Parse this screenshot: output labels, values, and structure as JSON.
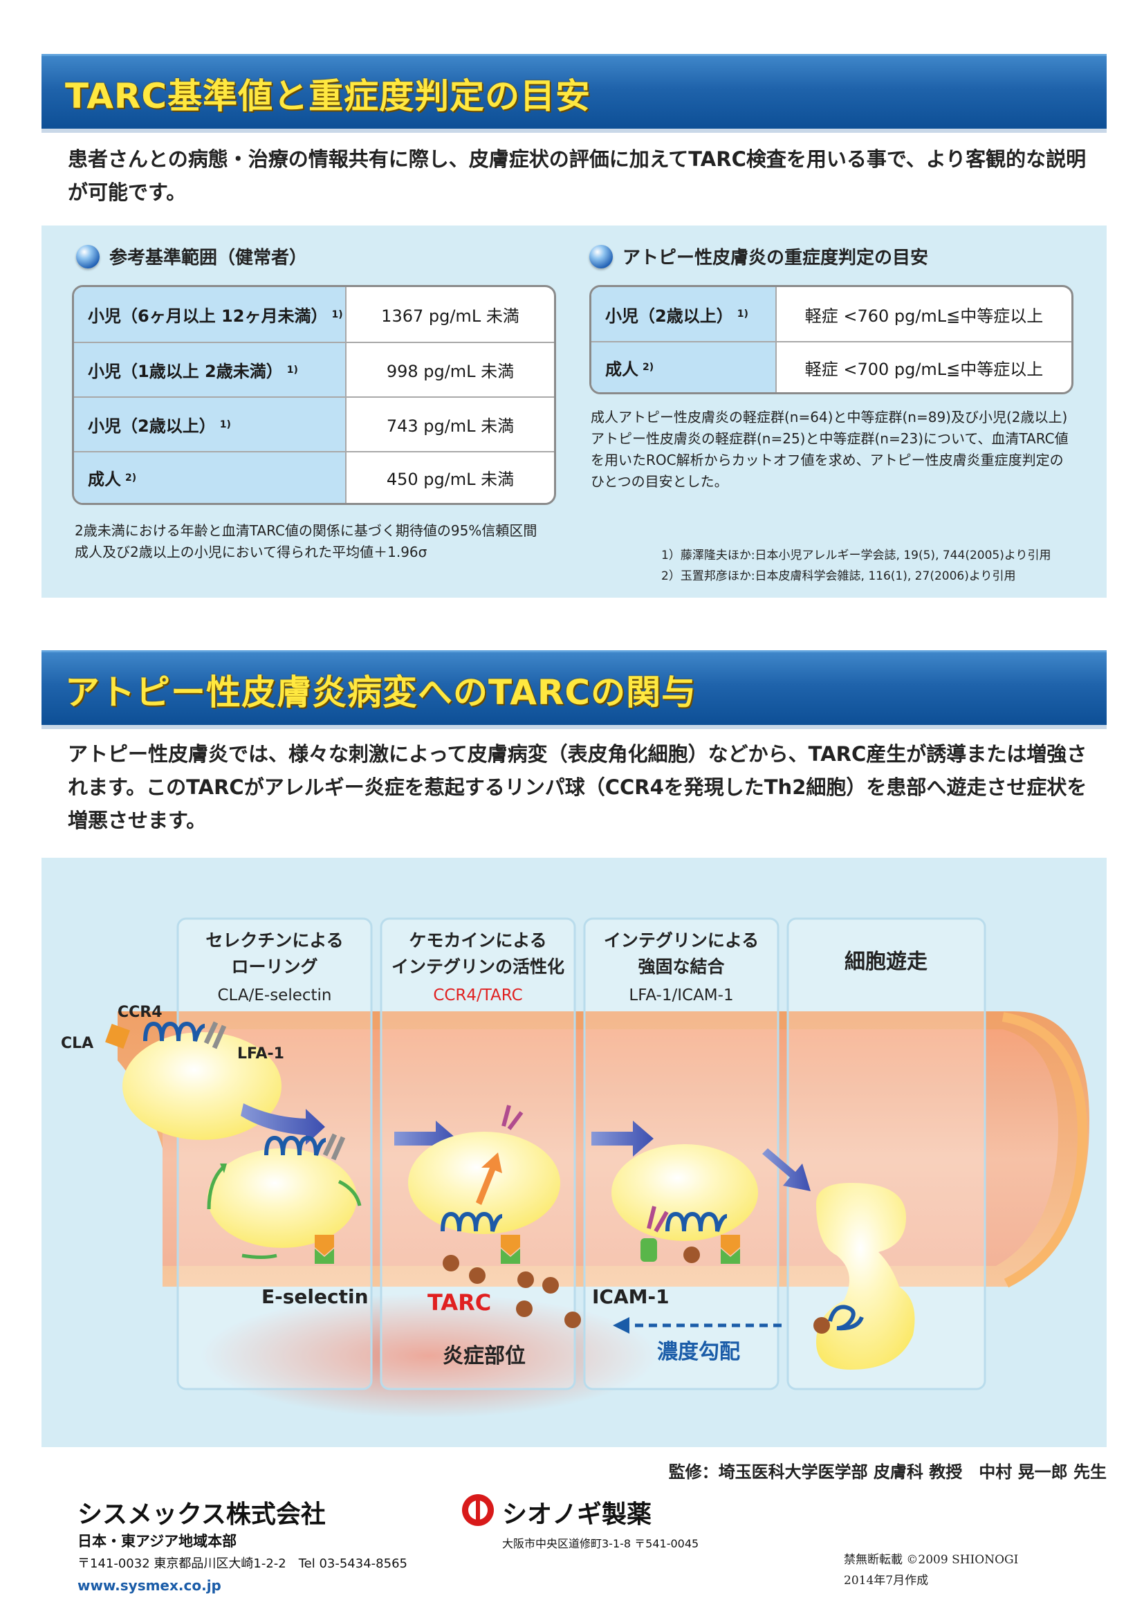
{
  "section1": {
    "title": "TARC基準値と重症度判定の目安",
    "lead": "患者さんとの病態・治療の情報共有に際し、皮膚症状の評価に加えてTARC検査を用いる事で、より客観的な説明が可能です。",
    "reference": {
      "heading": "参考基準範囲（健常者）",
      "rows": [
        {
          "label": "小児（6ヶ月以上 12ヶ月未満）",
          "sup": "1)",
          "value": "1367 pg/mL 未満"
        },
        {
          "label": "小児（1歳以上 2歳未満）",
          "sup": "1)",
          "value": "998 pg/mL 未満"
        },
        {
          "label": "小児（2歳以上）",
          "sup": "1)",
          "value": "743 pg/mL 未満"
        },
        {
          "label": "成人",
          "sup": "2)",
          "value": "450 pg/mL 未満"
        }
      ],
      "notes": [
        "2歳未満における年齢と血清TARC値の関係に基づく期待値の95%信頼区間",
        "成人及び2歳以上の小児において得られた平均値＋1.96σ"
      ]
    },
    "severity": {
      "heading": "アトピー性皮膚炎の重症度判定の目安",
      "rows": [
        {
          "label": "小児（2歳以上）",
          "sup": "1)",
          "value": "軽症 <760 pg/mL≦中等症以上"
        },
        {
          "label": "成人",
          "sup": "2)",
          "value": "軽症 <700 pg/mL≦中等症以上"
        }
      ],
      "note": "成人アトピー性皮膚炎の軽症群(n=64)と中等症群(n=89)及び小児(2歳以上)アトピー性皮膚炎の軽症群(n=25)と中等症群(n=23)について、血清TARC値を用いたROC解析からカットオフ値を求め、アトピー性皮膚炎重症度判定のひとつの目安とした。"
    },
    "references": [
      "1）藤澤隆夫ほか:日本小児アレルギー学会誌, 19(5), 744(2005)より引用",
      "2）玉置邦彦ほか:日本皮膚科学会雑誌, 116(1), 27(2006)より引用"
    ]
  },
  "section2": {
    "title": "アトピー性皮膚炎病変へのTARCの関与",
    "lead": "アトピー性皮膚炎では、様々な刺激によって皮膚病変（表皮角化細胞）などから、TARC産生が誘導または増強されます。このTARCがアレルギー炎症を惹起するリンパ球（CCR4を発現したTh2細胞）を患部へ遊走させ症状を増悪させます。",
    "steps": [
      {
        "title": "セレクチンによるローリング",
        "sub": "CLA/E-selectin"
      },
      {
        "title": "ケモカインによるインテグリンの活性化",
        "sub": "CCR4/TARC"
      },
      {
        "title": "インテグリンによる強固な結合",
        "sub": "LFA-1/ICAM-1"
      },
      {
        "title": "細胞遊走",
        "sub": ""
      }
    ],
    "labels": {
      "ccr4": "CCR4",
      "cla": "CLA",
      "lfa1": "LFA-1",
      "eselectin": "E-selectin",
      "tarc": "TARC",
      "icam1": "ICAM-1",
      "inflammation": "炎症部位",
      "gradient": "濃度勾配"
    }
  },
  "footer": {
    "supervisor": "監修：埼玉医科大学医学部 皮膚科 教授　中村 晃一郎 先生",
    "company": "シスメックス株式会社",
    "division": "日本・東アジア地域本部",
    "address": "〒141-0032 東京都品川区大崎1-2-2　Tel 03-5434-8565",
    "url": "www.sysmex.co.jp",
    "shionogi_name": "シオノギ製薬",
    "shionogi_address": "大阪市中央区道修町3-1-8 〒541-0045",
    "copyright": "禁無断転載 ©2009 SHIONOGI",
    "date": "2014年7月作成"
  },
  "colors": {
    "banner": "#1f63ab",
    "title_yellow": "#ffe840",
    "panel": "#d5ecf5",
    "label_cell": "#bfe1f5",
    "accent_red": "#e02020",
    "gradient_blue": "#1a5ca8"
  }
}
